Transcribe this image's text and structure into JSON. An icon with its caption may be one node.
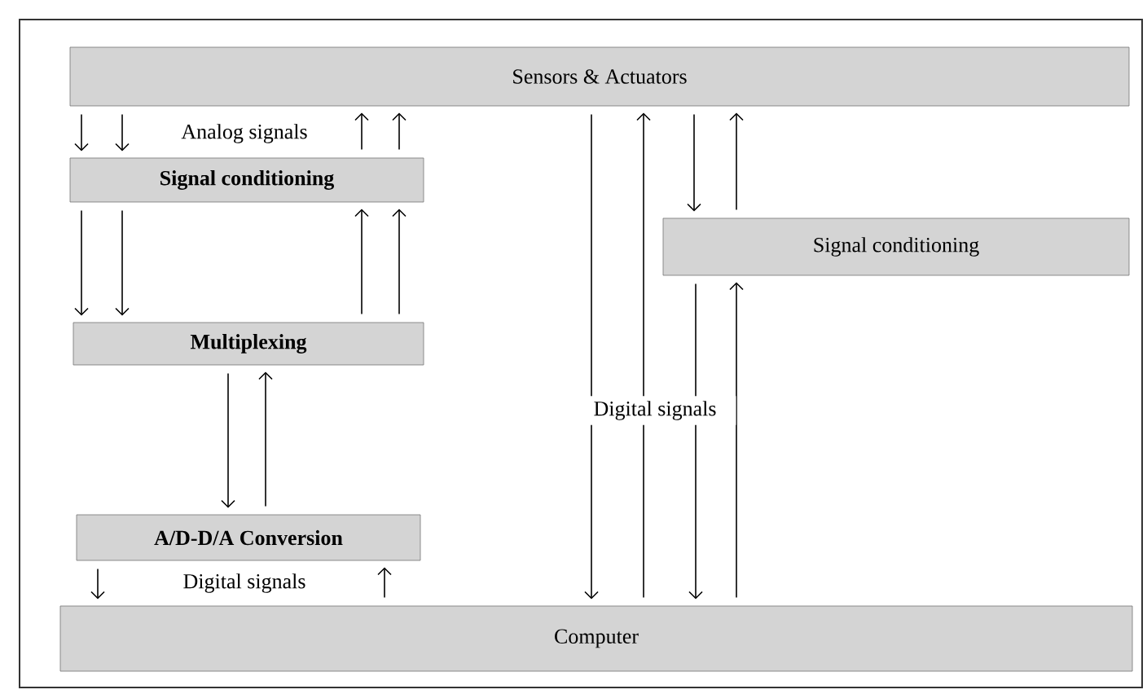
{
  "diagram": {
    "nodes": [
      {
        "text": [
          "Sensors & Actuators"
        ]
      },
      {
        "text": [
          "Signal conditioning"
        ]
      },
      {
        "text": [
          "Multiplexing"
        ]
      },
      {
        "text": [
          "A/D-D/A Conversion"
        ]
      },
      {
        "text": [
          "Computer"
        ]
      },
      {
        "text": [
          "Signal conditioning"
        ]
      }
    ],
    "edges": [
      {
        "from": 0,
        "to": 1,
        "arrow": "to"
      },
      {
        "from": 0,
        "to": 1,
        "arrow": "to",
        "label": "Analog signals"
      },
      {
        "from": 1,
        "to": 0,
        "arrow": "to"
      },
      {
        "from": 1,
        "to": 0,
        "arrow": "to"
      },
      {
        "from": 1,
        "to": 2,
        "arrow": "to"
      },
      {
        "from": 1,
        "to": 2,
        "arrow": "to"
      },
      {
        "from": 2,
        "to": 1,
        "arrow": "to"
      },
      {
        "from": 2,
        "to": 1,
        "arrow": "to"
      },
      {
        "from": 2,
        "to": 3,
        "arrow": "to"
      },
      {
        "from": 3,
        "to": 2,
        "arrow": "to"
      },
      {
        "from": 3,
        "to": 4,
        "arrow": "to",
        "label": "Digital signals"
      },
      {
        "from": 4,
        "to": 3,
        "arrow": "to"
      },
      {
        "from": 0,
        "to": 4,
        "arrow": "to"
      },
      {
        "from": 4,
        "to": 0,
        "arrow": "to",
        "label": "Digital signals"
      },
      {
        "from": 0,
        "to": 5,
        "arrow": "to"
      },
      {
        "from": 5,
        "to": 0,
        "arrow": "to"
      },
      {
        "from": 5,
        "to": 4,
        "arrow": "to"
      },
      {
        "from": 4,
        "to": 5,
        "arrow": "to"
      }
    ]
  }
}
